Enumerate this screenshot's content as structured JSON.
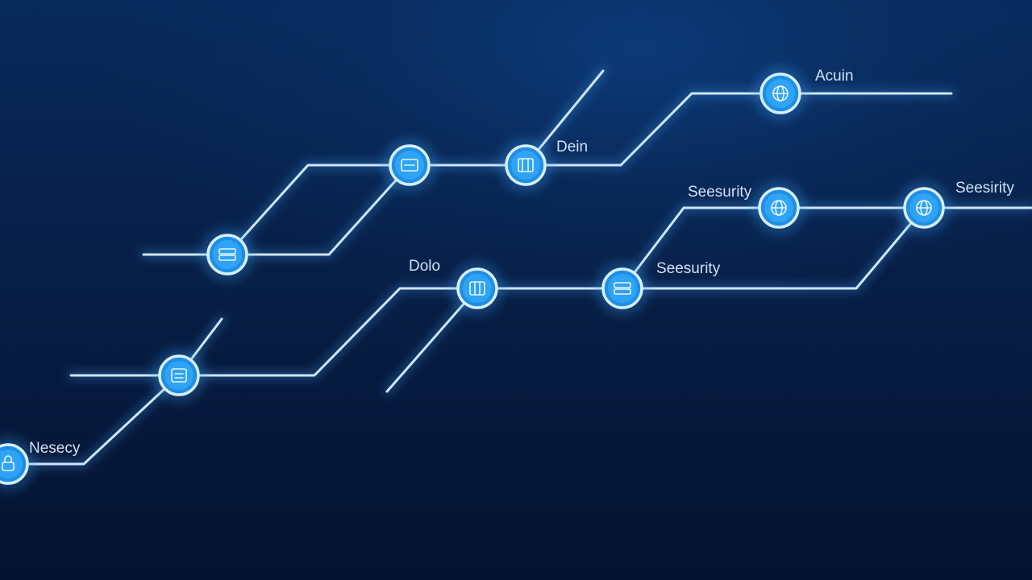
{
  "colors": {
    "background": "#06183a",
    "line": "#cfe6ff",
    "node": "#2fa3f5",
    "label": "#cfe2f7"
  },
  "labels": {
    "acuin": "Acuin",
    "dein": "Dein",
    "security_top_left": "Seesurity",
    "security_top_right": "Seesirity",
    "dolo": "Dolo",
    "security_mid": "Seesurity",
    "nesecy": "Nesecy"
  },
  "nodes": [
    {
      "id": "n1",
      "icon": "server-icon"
    },
    {
      "id": "n2",
      "icon": "chip-icon"
    },
    {
      "id": "n3",
      "icon": "chip-icon"
    },
    {
      "id": "n4",
      "icon": "globe-icon"
    },
    {
      "id": "n5",
      "icon": "globe-icon"
    },
    {
      "id": "n6",
      "icon": "globe-icon"
    },
    {
      "id": "n7",
      "icon": "chip-icon"
    },
    {
      "id": "n8",
      "icon": "server-icon"
    },
    {
      "id": "n9",
      "icon": "chip-icon"
    },
    {
      "id": "n10",
      "icon": "lock-icon"
    }
  ]
}
